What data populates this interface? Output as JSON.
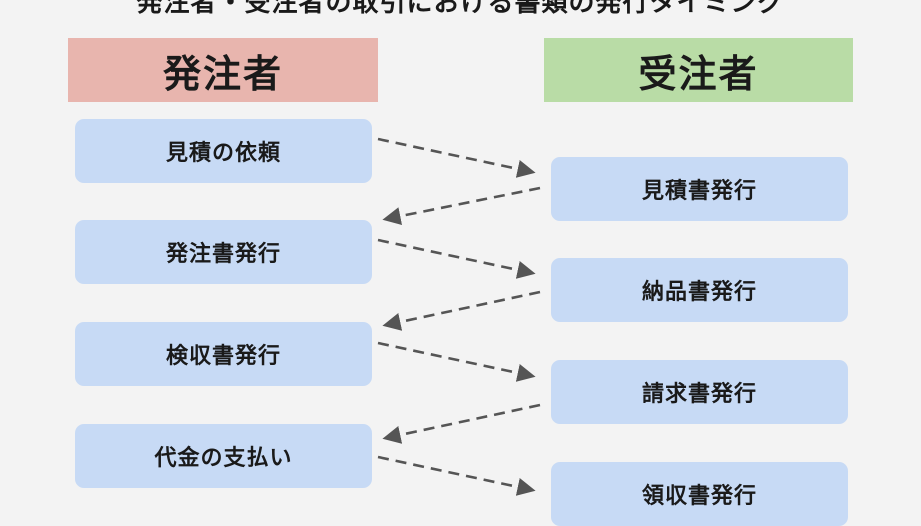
{
  "title": "発注者・受注者の取引における書類の発行タイミング",
  "columns": {
    "orderer": "発注者",
    "contractor": "受注者"
  },
  "orderer_steps": [
    "見積の依頼",
    "発注書発行",
    "検収書発行",
    "代金の支払い"
  ],
  "contractor_steps": [
    "見積書発行",
    "納品書発行",
    "請求書発行",
    "領収書発行"
  ],
  "colors": {
    "orderer_header": "#e8b5ae",
    "contractor_header": "#b9dca6",
    "step_box": "#c7daf5",
    "arrow": "#555555",
    "background": "#f3f3f3"
  }
}
